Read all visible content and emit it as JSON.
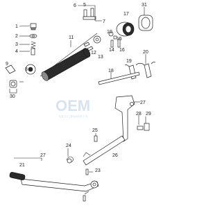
{
  "watermark": {
    "brand": "OEM",
    "sub": "MOTORPARTS"
  },
  "callouts": {
    "c1": "1",
    "c2": "2",
    "c3": "3",
    "c4": "4",
    "c5": "5",
    "c6": "6",
    "c7": "7",
    "c8": "8",
    "c9": "9",
    "c10": "10",
    "c11": "11",
    "c12": "12",
    "c13": "13",
    "c14": "14",
    "c15": "15",
    "c16": "16",
    "c17": "17",
    "c18": "18",
    "c19": "19",
    "c20": "20",
    "c21": "21",
    "c23": "23",
    "c24": "24",
    "c25": "25",
    "c26": "26",
    "c27a": "27",
    "c27b": "27",
    "c28": "28",
    "c29": "29",
    "c30": "30",
    "c31": "31"
  }
}
